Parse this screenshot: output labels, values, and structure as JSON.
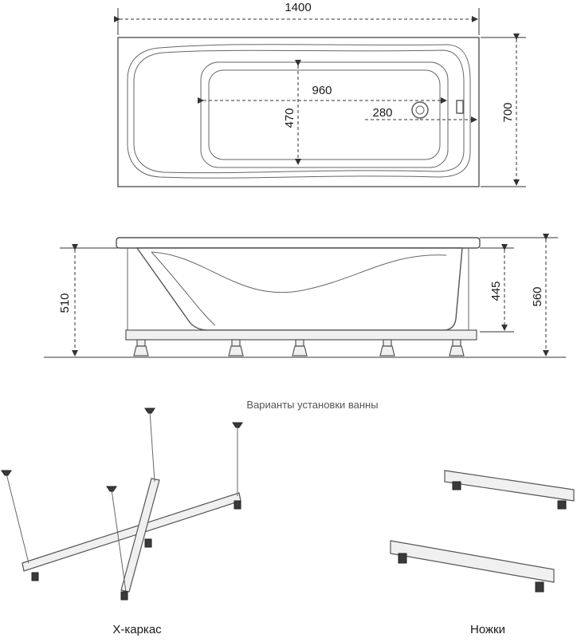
{
  "dimensions": {
    "total_length": "1400",
    "inner_length": "960",
    "inner_width": "470",
    "drain_offset": "280",
    "total_width": "700",
    "height_510": "510",
    "height_445": "445",
    "height_560": "560"
  },
  "installation": {
    "title": "Варианты установки ванны",
    "frame_label": "X-каркас",
    "legs_label": "Ножки"
  }
}
